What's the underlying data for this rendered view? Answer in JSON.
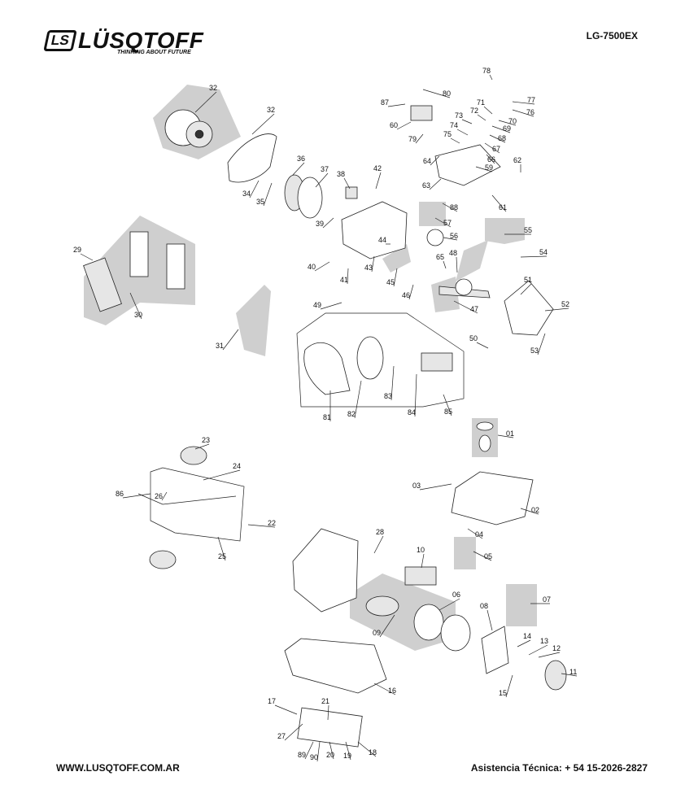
{
  "brand": {
    "logo_mark": "LS",
    "name": "LÜSQTOFF",
    "tagline": "THINKING ABOUT FUTURE"
  },
  "model": "LG-7500EX",
  "footer": {
    "website": "WWW.LUSQTOFF.COM.AR",
    "support": "Asistencia Técnica: + 54 15-2026-2827"
  },
  "callouts": [
    "32",
    "32",
    "34",
    "35",
    "36",
    "37",
    "38",
    "42",
    "39",
    "40",
    "41",
    "43",
    "44",
    "45",
    "46",
    "47",
    "48",
    "49",
    "50",
    "51",
    "52",
    "53",
    "54",
    "55",
    "56",
    "57",
    "59",
    "60",
    "61",
    "62",
    "63",
    "64",
    "65",
    "66",
    "67",
    "68",
    "69",
    "70",
    "71",
    "72",
    "73",
    "74",
    "75",
    "76",
    "77",
    "78",
    "79",
    "80",
    "87",
    "88",
    "29",
    "30",
    "31",
    "81",
    "82",
    "83",
    "84",
    "85",
    "01",
    "02",
    "03",
    "04",
    "05",
    "06",
    "07",
    "08",
    "09",
    "10",
    "11",
    "12",
    "13",
    "14",
    "15",
    "16",
    "17",
    "18",
    "19",
    "20",
    "21",
    "22",
    "23",
    "24",
    "25",
    "26",
    "27",
    "28",
    "86",
    "89",
    "90"
  ],
  "colors": {
    "shade": "#cfcfcf",
    "ink": "#111111"
  }
}
